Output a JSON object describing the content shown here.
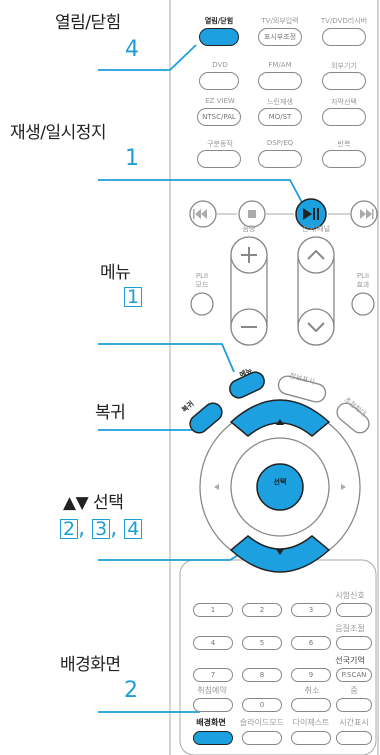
{
  "callouts": {
    "open_close": {
      "label": "열림/닫힘",
      "step": "4"
    },
    "play_pause": {
      "label": "재생/일시정지",
      "step": "1"
    },
    "menu": {
      "label": "메뉴",
      "step": "1"
    },
    "back": {
      "label": "복귀"
    },
    "updown": {
      "label": "▲▼ 선택",
      "step1": "2",
      "step2": "3",
      "step3": "4",
      "sep1": ",",
      "sep2": ","
    },
    "background": {
      "label": "배경화면",
      "step": "2"
    }
  },
  "remote": {
    "row1": {
      "open_close": "열림/닫힘",
      "tv_input": "TV/외부입력",
      "tv_dvd": "TV/DVD리시버",
      "display": "표시부조정"
    },
    "row2": {
      "dvd": "DVD",
      "fm_am": "FM/AM",
      "ext": "외부기기"
    },
    "row3": {
      "ezview": "EZ VIEW",
      "ntsc": "NTSC/PAL",
      "slow": "느린재생",
      "mo_st": "MO/ST",
      "subtitle": "자막선택"
    },
    "row4": {
      "region": "구분동작",
      "dsp": "DSP/EQ",
      "repeat": "반복"
    },
    "volume": "음량",
    "channel": "선국/채널",
    "pl_mode": "PLII\n모드",
    "pl_effect": "PLII\n효과",
    "menu": "메뉴",
    "info": "정보표시",
    "back": "복귀",
    "zoom": "초점확대",
    "ok": "선택",
    "keys": {
      "test": "시험신호",
      "sound": "음질조절",
      "memory": "선국기억",
      "pscan": "P.SCAN",
      "cancel": "취침예약",
      "del": "취소",
      "zoom2": "줌",
      "bg": "배경화면",
      "slideshow": "슬라이드모드",
      "digest": "다이제스트",
      "time": "시간표시"
    },
    "digits": [
      "1",
      "2",
      "3",
      "4",
      "5",
      "6",
      "7",
      "8",
      "9",
      "0"
    ]
  },
  "colors": {
    "accent": "#1ca0e0",
    "callout": "#1c9fd8"
  }
}
